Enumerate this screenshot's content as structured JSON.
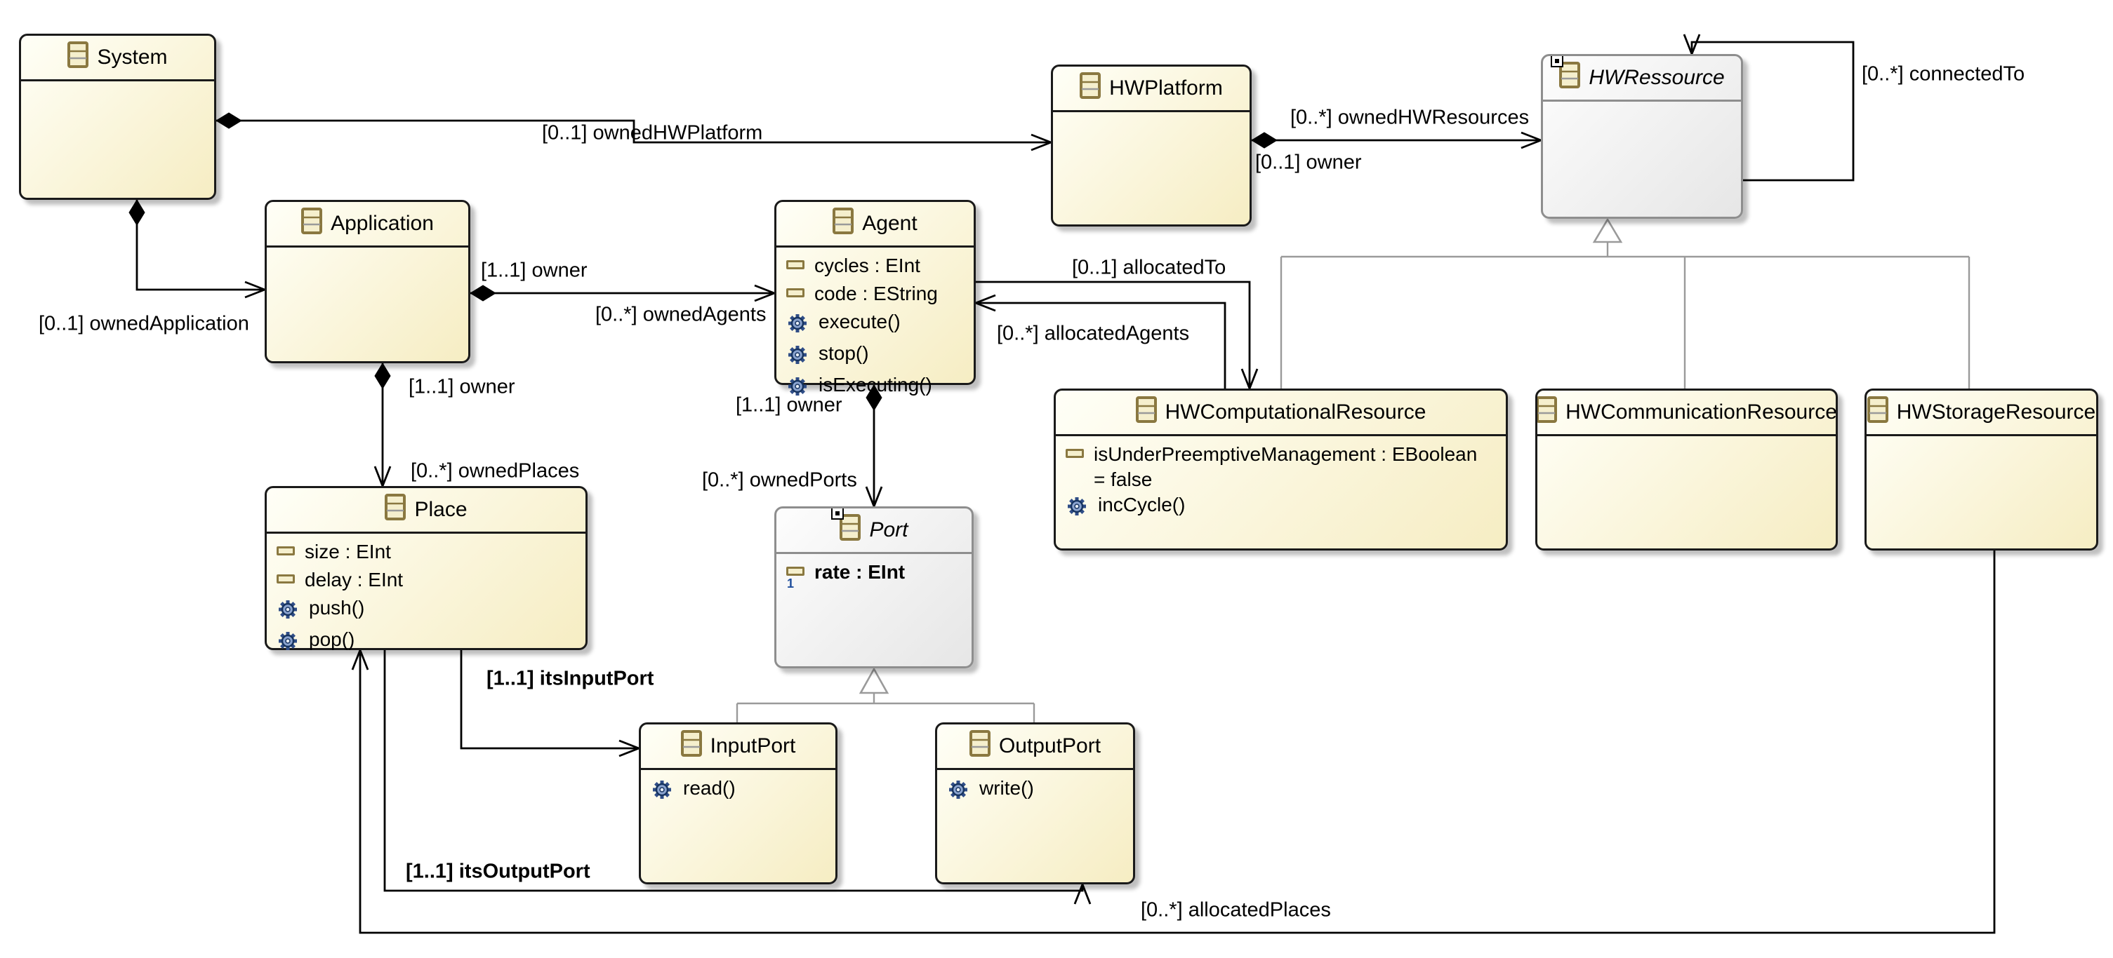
{
  "diagram": {
    "background": "#ffffff",
    "colors": {
      "class_border": "#1a1a1a",
      "class_fill_top": "#fffff7",
      "class_fill_bottom": "#f6edc3",
      "abstract_border": "#8e8e8e",
      "abstract_fill_top": "#fdfdfd",
      "abstract_fill_bottom": "#e6e6e6",
      "edge_color": "#000000",
      "generalization_color": "#9a9a9a",
      "icon_border": "#8a7840",
      "icon_fill": "#f5efcd",
      "operation_icon_color": "#2f4d87",
      "id_marker_color": "#1f4e9c"
    },
    "classes": [
      {
        "id": "system",
        "name": "System",
        "abstract": false,
        "attributes": [],
        "operations": []
      },
      {
        "id": "application",
        "name": "Application",
        "abstract": false,
        "attributes": [],
        "operations": []
      },
      {
        "id": "agent",
        "name": "Agent",
        "abstract": false,
        "attributes": [
          {
            "text": "cycles : EInt"
          },
          {
            "text": "code : EString"
          }
        ],
        "operations": [
          {
            "text": "execute()"
          },
          {
            "text": "stop()"
          },
          {
            "text": "isExecuting()"
          }
        ]
      },
      {
        "id": "hwplatform",
        "name": "HWPlatform",
        "abstract": false,
        "attributes": [],
        "operations": []
      },
      {
        "id": "hwressource",
        "name": "HWRessource",
        "abstract": true,
        "attributes": [],
        "operations": []
      },
      {
        "id": "hwcomputational",
        "name": "HWComputationalResource",
        "abstract": false,
        "attributes": [
          {
            "text": "isUnderPreemptiveManagement : EBoolean = false"
          }
        ],
        "operations": [
          {
            "text": "incCycle()"
          }
        ]
      },
      {
        "id": "hwcommunication",
        "name": "HWCommunicationResource",
        "abstract": false,
        "attributes": [],
        "operations": []
      },
      {
        "id": "hwstorage",
        "name": "HWStorageResource",
        "abstract": false,
        "attributes": [],
        "operations": []
      },
      {
        "id": "place",
        "name": "Place",
        "abstract": false,
        "attributes": [
          {
            "text": "size : EInt"
          },
          {
            "text": "delay : EInt"
          }
        ],
        "operations": [
          {
            "text": "push()"
          },
          {
            "text": "pop()"
          }
        ]
      },
      {
        "id": "port",
        "name": "Port",
        "abstract": true,
        "attributes": [
          {
            "text": "rate : EInt",
            "bold": true,
            "id_marker": true
          }
        ],
        "operations": []
      },
      {
        "id": "inputport",
        "name": "InputPort",
        "abstract": false,
        "attributes": [],
        "operations": [
          {
            "text": "read()"
          }
        ]
      },
      {
        "id": "outputport",
        "name": "OutputPort",
        "abstract": false,
        "attributes": [],
        "operations": [
          {
            "text": "write()"
          }
        ]
      }
    ],
    "edge_labels": [
      {
        "id": "owned-application",
        "text": "[0..1] ownedApplication",
        "bold": false
      },
      {
        "id": "owned-hwplatform",
        "text": "[0..1] ownedHWPlatform",
        "bold": false
      },
      {
        "id": "owned-hwresources",
        "text": "[0..*] ownedHWResources",
        "bold": false
      },
      {
        "id": "hwplatform-owner",
        "text": "[0..1] owner",
        "bold": false
      },
      {
        "id": "connected-to",
        "text": "[0..*] connectedTo",
        "bold": false
      },
      {
        "id": "application-owner",
        "text": "[1..1] owner",
        "bold": false
      },
      {
        "id": "owned-agents",
        "text": "[0..*] ownedAgents",
        "bold": false
      },
      {
        "id": "allocated-to",
        "text": "[0..1] allocatedTo",
        "bold": false
      },
      {
        "id": "allocated-agents",
        "text": "[0..*] allocatedAgents",
        "bold": false
      },
      {
        "id": "place-owner",
        "text": "[1..1] owner",
        "bold": false
      },
      {
        "id": "owned-places",
        "text": "[0..*] ownedPlaces",
        "bold": false
      },
      {
        "id": "port-owner",
        "text": "[1..1] owner",
        "bold": false
      },
      {
        "id": "owned-ports",
        "text": "[0..*] ownedPorts",
        "bold": false
      },
      {
        "id": "its-input-port",
        "text": "[1..1] itsInputPort",
        "bold": true
      },
      {
        "id": "its-output-port",
        "text": "[1..1] itsOutputPort",
        "bold": true
      },
      {
        "id": "allocated-places",
        "text": "[0..*] allocatedPlaces",
        "bold": false
      }
    ]
  }
}
